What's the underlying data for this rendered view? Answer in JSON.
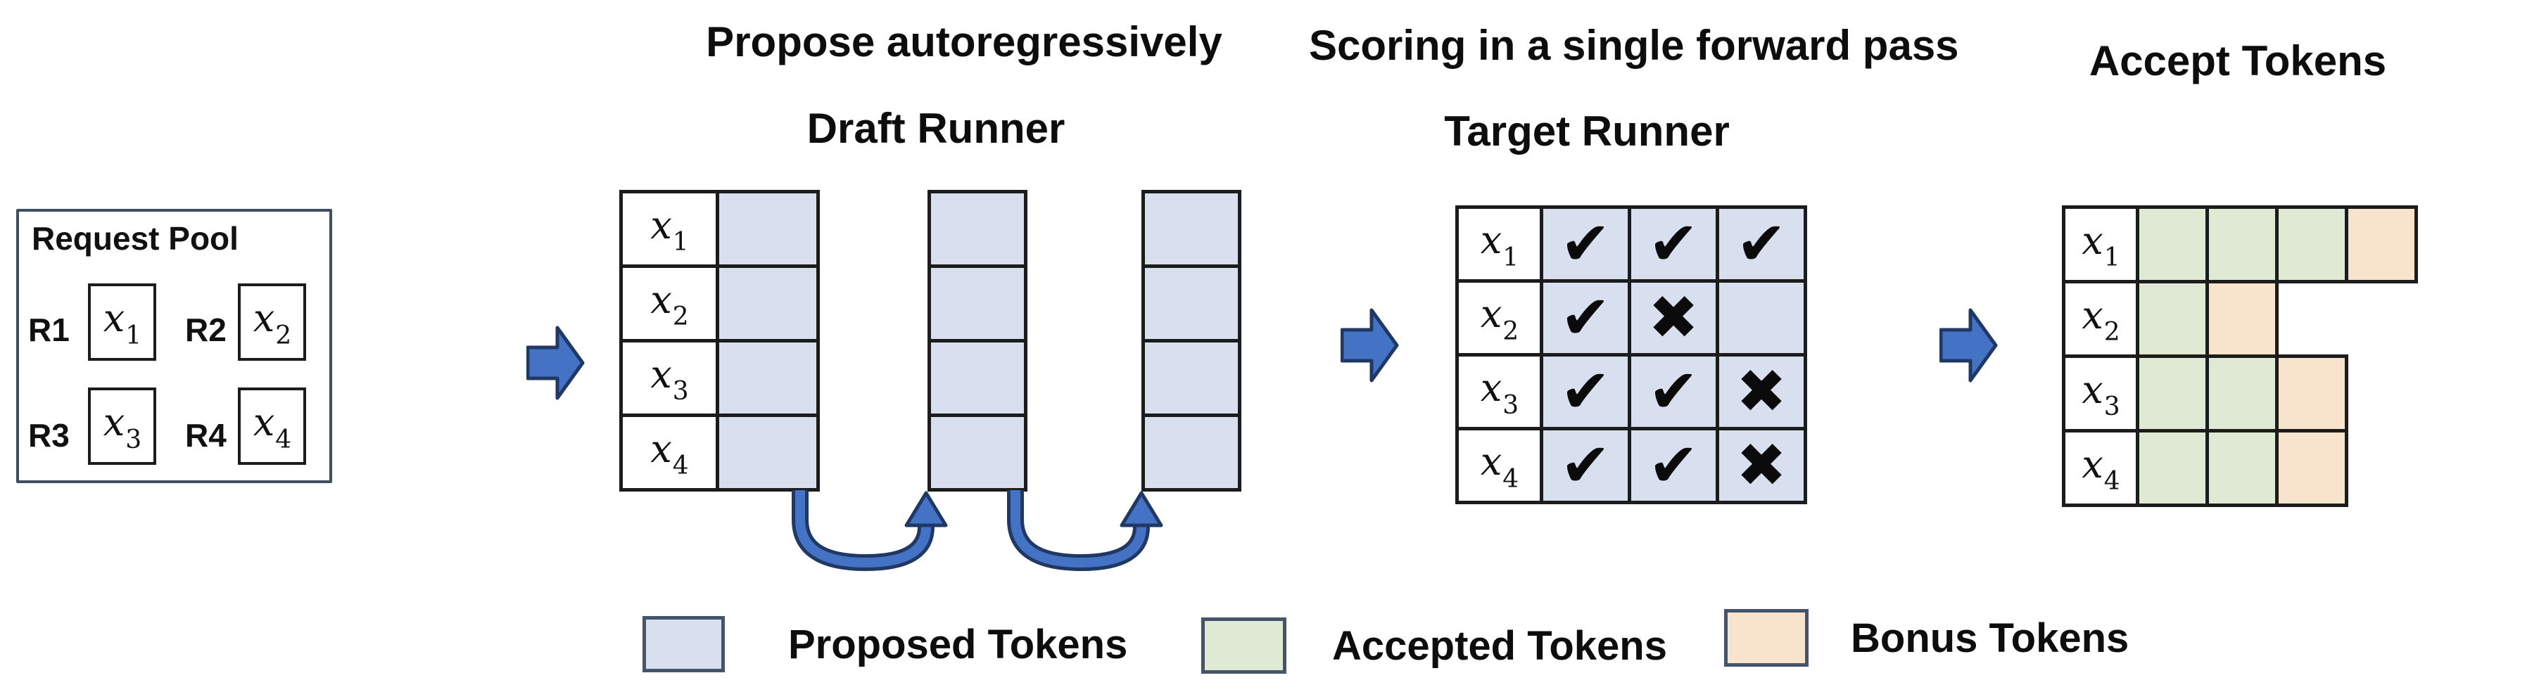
{
  "titles": {
    "draft_step": "Propose autoregressively",
    "draft_runner": "Draft Runner",
    "target_step": "Scoring in a single forward pass",
    "target_runner": "Target Runner",
    "accept": "Accept Tokens"
  },
  "request_pool": {
    "title": "Request Pool",
    "requests": [
      {
        "id": "R1",
        "token": {
          "base": "x",
          "sub": "1"
        }
      },
      {
        "id": "R2",
        "token": {
          "base": "x",
          "sub": "2"
        }
      },
      {
        "id": "R3",
        "token": {
          "base": "x",
          "sub": "3"
        }
      },
      {
        "id": "R4",
        "token": {
          "base": "x",
          "sub": "4"
        }
      }
    ]
  },
  "row_labels": [
    {
      "base": "x",
      "sub": "1"
    },
    {
      "base": "x",
      "sub": "2"
    },
    {
      "base": "x",
      "sub": "3"
    },
    {
      "base": "x",
      "sub": "4"
    }
  ],
  "draft_runner": {
    "rows": 4,
    "proposal_steps": 3
  },
  "target_runner": {
    "marks": [
      [
        "check",
        "check",
        "check"
      ],
      [
        "check",
        "cross",
        "none"
      ],
      [
        "check",
        "check",
        "cross"
      ],
      [
        "check",
        "check",
        "cross"
      ]
    ]
  },
  "accept_tokens": {
    "rows": [
      [
        "accepted",
        "accepted",
        "accepted",
        "bonus"
      ],
      [
        "accepted",
        "bonus"
      ],
      [
        "accepted",
        "accepted",
        "bonus"
      ],
      [
        "accepted",
        "accepted",
        "bonus"
      ]
    ]
  },
  "legend": [
    {
      "key": "proposed",
      "label": "Proposed Tokens",
      "color": "#d8e0f0"
    },
    {
      "key": "accepted",
      "label": "Accepted Tokens",
      "color": "#dfe9d4"
    },
    {
      "key": "bonus",
      "label": "Bonus Tokens",
      "color": "#f8e3cc"
    }
  ],
  "icons": {
    "check": "✔",
    "cross": "✖"
  },
  "colors": {
    "proposed_fill": "#d8e0f0",
    "accepted_fill": "#dfe9d4",
    "bonus_fill": "#f8e3cc",
    "arrow_fill": "#4472C4",
    "arrow_outline": "#1F3864",
    "grid_border": "#1c1c1c"
  }
}
